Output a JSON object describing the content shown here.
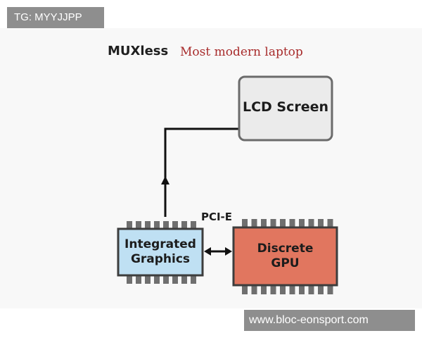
{
  "watermark_top": "TG: MYYJJPP",
  "watermark_bottom": "www.bloc-eonsport.com",
  "heading": {
    "title": "MUXless",
    "subtitle": "Most modern laptop"
  },
  "nodes": {
    "lcd": "LCD Screen",
    "igpu_line1": "Integrated",
    "igpu_line2": "Graphics",
    "dgpu_line1": "Discrete",
    "dgpu_line2": "GPU"
  },
  "link_label": "PCI-E",
  "colors": {
    "lcd_fill": "#ebebeb",
    "igpu_fill": "#bfe0f3",
    "dgpu_fill": "#e1765f",
    "pin": "#6f6f6f",
    "subtitle": "#a82c2c",
    "tag_bg": "#8e8e8e"
  }
}
